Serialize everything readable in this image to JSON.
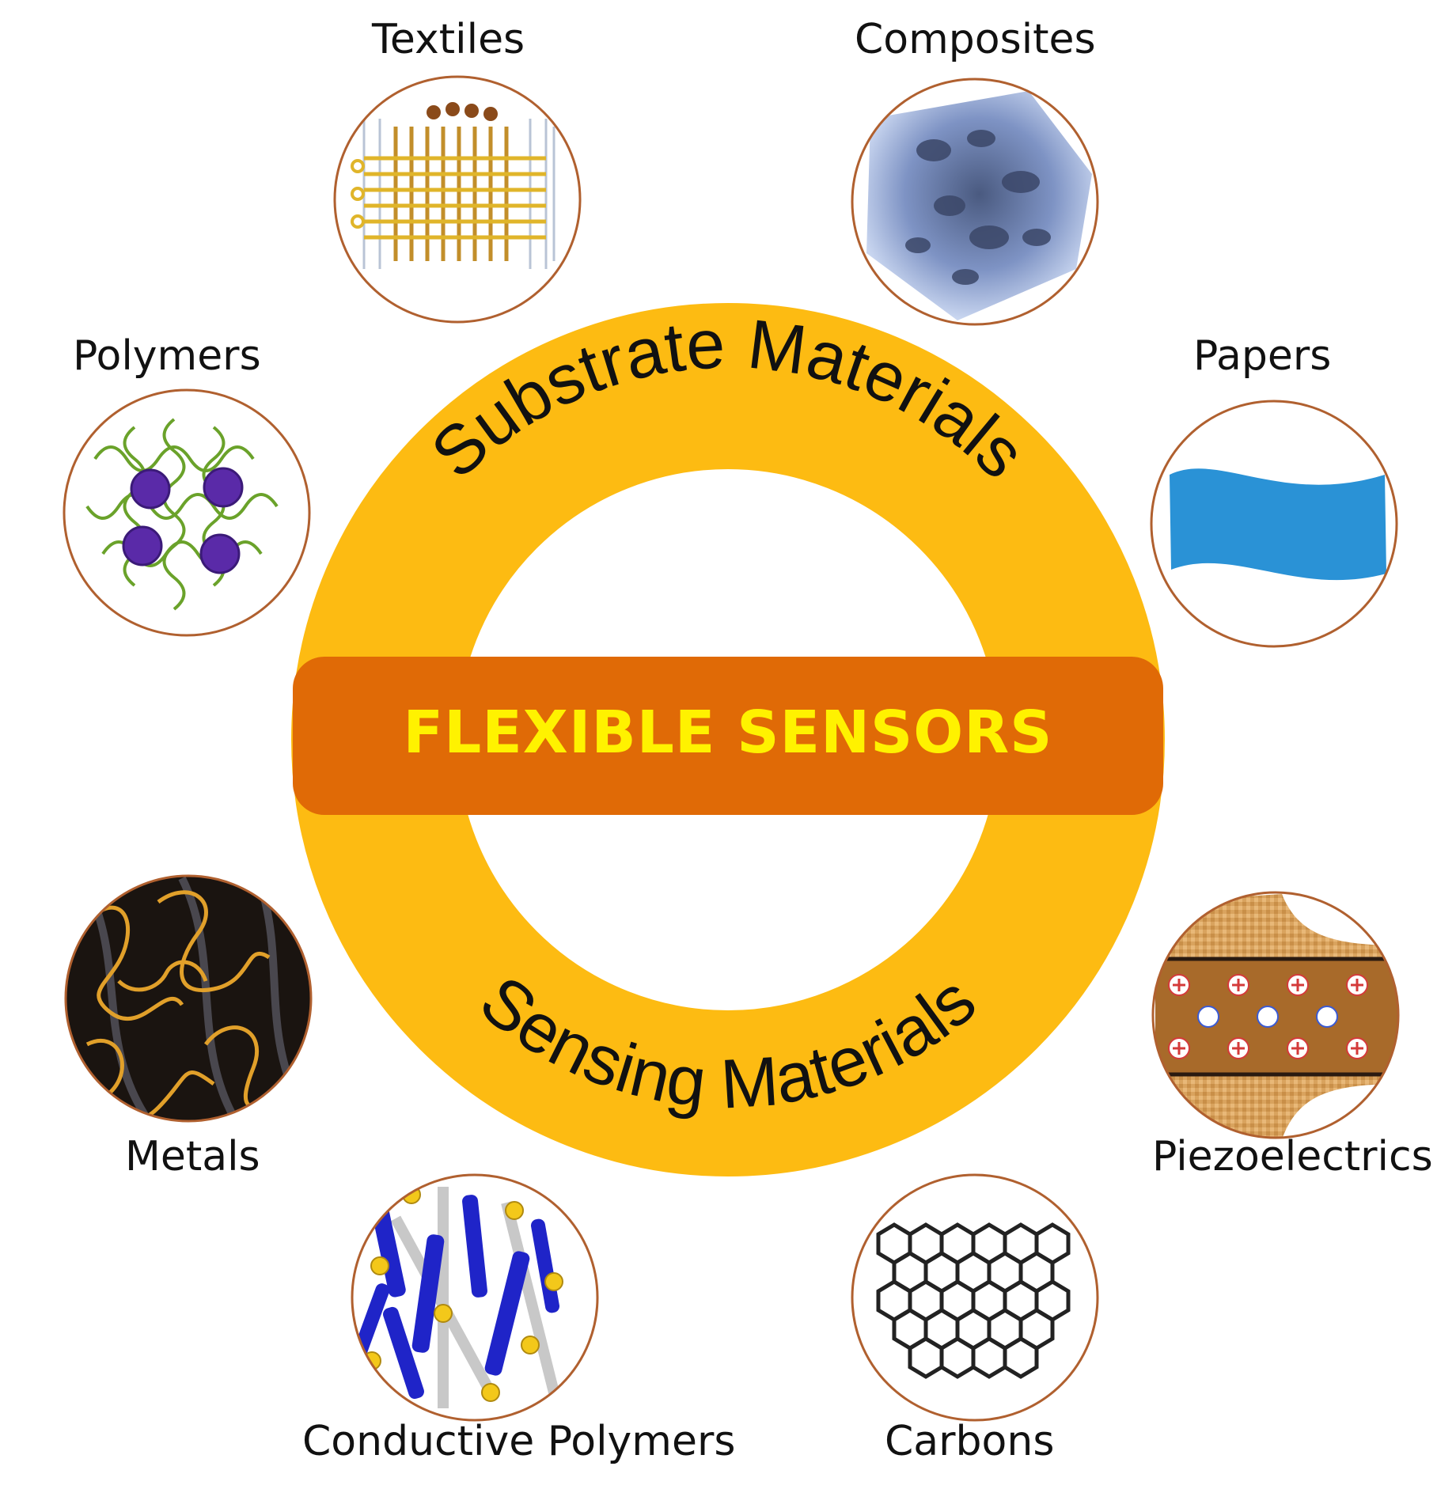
{
  "center": {
    "title": "FLEXIBLE SENSORS",
    "top_arc": "Substrate Materials",
    "bottom_arc": "Sensing Materials"
  },
  "materials": [
    {
      "label": "Textiles",
      "icon": "textiles-weave-icon"
    },
    {
      "label": "Composites",
      "icon": "composites-porous-icon"
    },
    {
      "label": "Polymers",
      "icon": "polymers-chains-icon"
    },
    {
      "label": "Papers",
      "icon": "papers-sheet-icon"
    },
    {
      "label": "Metals",
      "icon": "metals-nanowires-icon"
    },
    {
      "label": "Piezoelectrics",
      "icon": "piezoelectrics-dipoles-icon"
    },
    {
      "label": "Conductive Polymers",
      "icon": "conductive-polymers-icon"
    },
    {
      "label": "Carbons",
      "icon": "carbons-graphene-icon"
    }
  ],
  "colors": {
    "ring": "#FDBB12",
    "band": "#E06A06",
    "title_text": "#FFF200",
    "circle_border": "#B0602F",
    "paper_blue": "#2A92D6"
  }
}
